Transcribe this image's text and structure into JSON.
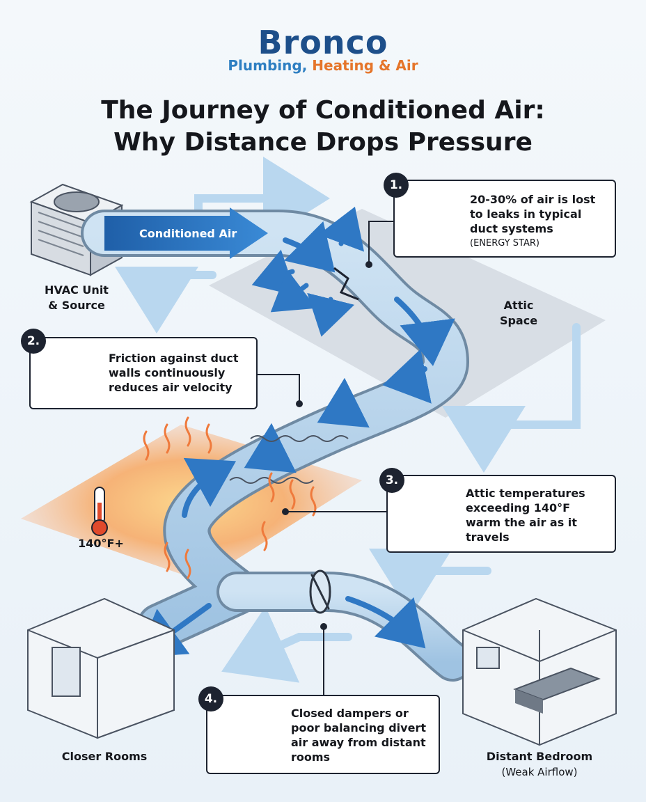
{
  "logo": {
    "brand": "Bronco",
    "tagline_part1": "Plumbing,",
    "tagline_part2": "Heating & Air"
  },
  "title": {
    "line1": "The Journey of Conditioned Air:",
    "line2": "Why Distance Drops Pressure"
  },
  "flow": {
    "duct_label": "Conditioned Air"
  },
  "labels": {
    "hvac_line1": "HVAC Unit",
    "hvac_line2": "& Source",
    "attic_line1": "Attic",
    "attic_line2": "Space",
    "heat_temp": "140°F+",
    "closer_rooms": "Closer Rooms",
    "bedroom": "Distant Bedroom",
    "bedroom_sub": "(Weak Airflow)"
  },
  "callouts": [
    {
      "number": "1.",
      "text": "20-30% of air is lost to leaks in typical duct systems",
      "source": "(ENERGY STAR)"
    },
    {
      "number": "2.",
      "text": "Friction against duct walls continuously reduces air velocity"
    },
    {
      "number": "3.",
      "text": "Attic temperatures exceeding 140°F warm the air as it travels"
    },
    {
      "number": "4.",
      "text": "Closed dampers or poor balancing divert air away from distant rooms"
    }
  ],
  "colors": {
    "brand_blue": "#1d4f8a",
    "brand_orange": "#e5752a",
    "duct_blue": "#2f78c4",
    "heat_orange": "#f29a4a"
  }
}
